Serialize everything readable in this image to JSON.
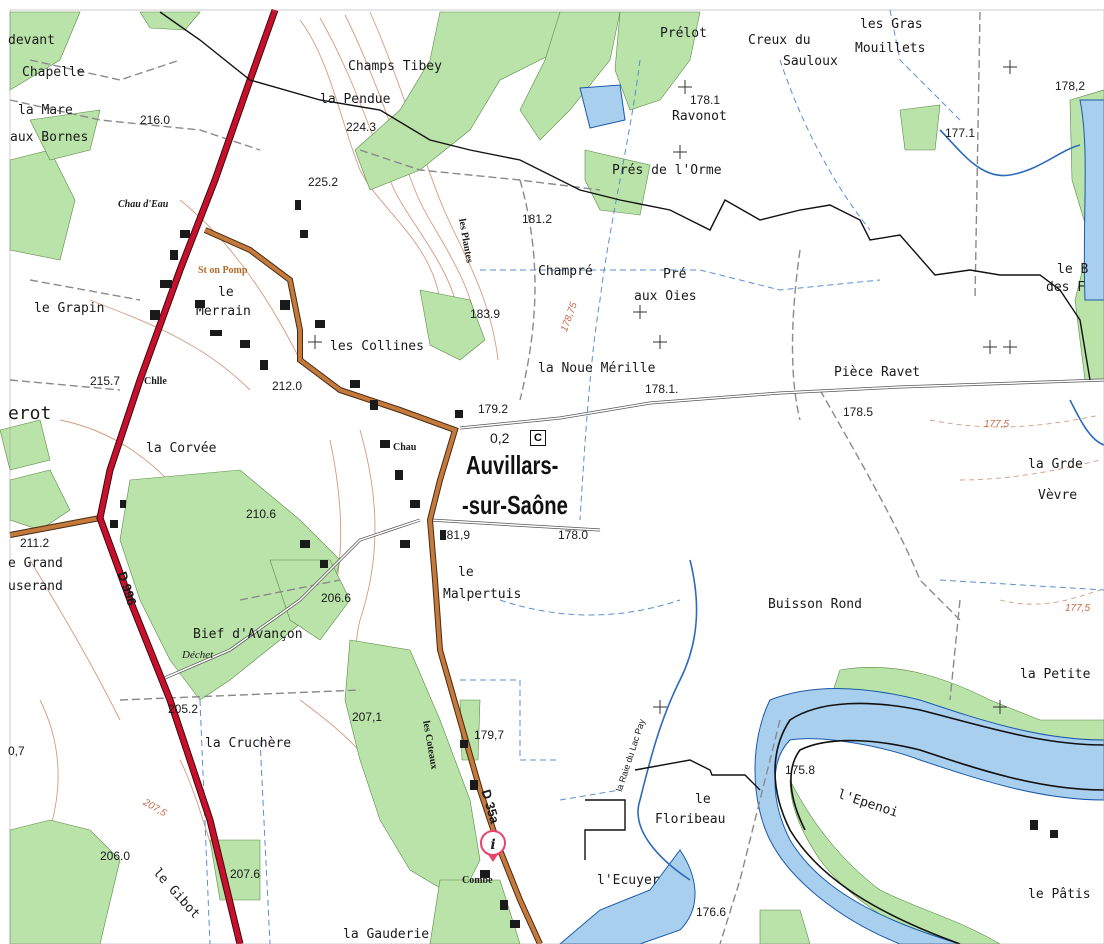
{
  "map": {
    "town": {
      "line1": "Auvillars-",
      "line2": "-sur-Saône"
    },
    "badge": "C",
    "info_icon_glyph": "i",
    "road_labels": {
      "d996": "D 996",
      "d35a": "D 35a"
    },
    "colors": {
      "forest": "#b9e3a8",
      "water": "#a9cfee",
      "river_edge": "#1a5aa8",
      "main_road": "#c8102e",
      "secondary_road": "#c47a3c",
      "contour": "#d59a80",
      "border": "#111111",
      "info_pin": "#e8436b"
    },
    "places": [
      {
        "id": "devant",
        "text": "devant"
      },
      {
        "id": "chapelle",
        "text": "Chapelle"
      },
      {
        "id": "la-mare",
        "text": "la Mare"
      },
      {
        "id": "aux-bornes",
        "text": "aux Bornes"
      },
      {
        "id": "champs-tibey",
        "text": "Champs Tibey"
      },
      {
        "id": "la-pendue",
        "text": "la Pendue"
      },
      {
        "id": "prelot",
        "text": "Prélot"
      },
      {
        "id": "creux-du",
        "text": "Creux du"
      },
      {
        "id": "sauloux",
        "text": "Sauloux"
      },
      {
        "id": "les-gras",
        "text": "les Gras"
      },
      {
        "id": "mouillets",
        "text": "Mouillets"
      },
      {
        "id": "ravonot",
        "text": "Ravonot"
      },
      {
        "id": "pres-de-lorme",
        "text": "Prés de l'Orme"
      },
      {
        "id": "champre",
        "text": "Champré"
      },
      {
        "id": "pre",
        "text": "Pré"
      },
      {
        "id": "aux-oies",
        "text": "aux Oies"
      },
      {
        "id": "le-grapin",
        "text": "le Grapin"
      },
      {
        "id": "le",
        "text": "le"
      },
      {
        "id": "merrain",
        "text": "Merrain"
      },
      {
        "id": "les-collines",
        "text": "les Collines"
      },
      {
        "id": "la-noue-merille",
        "text": "la Noue Mérille"
      },
      {
        "id": "piece-ravet",
        "text": "Pièce Ravet"
      },
      {
        "id": "le-b",
        "text": "le B"
      },
      {
        "id": "des-f",
        "text": "des F"
      },
      {
        "id": "erot",
        "text": "erot"
      },
      {
        "id": "la-corvee",
        "text": "la Corvée"
      },
      {
        "id": "la-grde",
        "text": "la Grde"
      },
      {
        "id": "vevre",
        "text": "Vèvre"
      },
      {
        "id": "e-grand",
        "text": "e Grand"
      },
      {
        "id": "userand",
        "text": "userand"
      },
      {
        "id": "le-malpertuis-1",
        "text": "le"
      },
      {
        "id": "malpertuis",
        "text": "Malpertuis"
      },
      {
        "id": "buisson-rond",
        "text": "Buisson Rond"
      },
      {
        "id": "bief-davancon",
        "text": "Bief d'Avançon"
      },
      {
        "id": "la-petite",
        "text": "la Petite"
      },
      {
        "id": "la-cruchere",
        "text": "la Cruchère"
      },
      {
        "id": "le-floribeau-1",
        "text": "le"
      },
      {
        "id": "floribeau",
        "text": "Floribeau"
      },
      {
        "id": "lepenoi",
        "text": "l'Epenoi"
      },
      {
        "id": "lecuyer",
        "text": "l'Ecuyer"
      },
      {
        "id": "le-gibot",
        "text": "le Gibot"
      },
      {
        "id": "la-gauderie",
        "text": "la Gauderie"
      },
      {
        "id": "le-patis",
        "text": "le Pâtis"
      }
    ],
    "altitudes": [
      {
        "id": "a216",
        "text": "216.0"
      },
      {
        "id": "a224",
        "text": "224.3"
      },
      {
        "id": "a225",
        "text": "225.2"
      },
      {
        "id": "a181-2",
        "text": "181.2"
      },
      {
        "id": "a178-1a",
        "text": "178.1"
      },
      {
        "id": "a178-2",
        "text": "178,2"
      },
      {
        "id": "a177-1",
        "text": "177.1"
      },
      {
        "id": "a183-9",
        "text": "183.9"
      },
      {
        "id": "a215-7",
        "text": "215.7"
      },
      {
        "id": "a212",
        "text": "212.0"
      },
      {
        "id": "a179-2",
        "text": "179.2"
      },
      {
        "id": "a178-1b",
        "text": "178.1."
      },
      {
        "id": "a178-5",
        "text": "178.5"
      },
      {
        "id": "a0-2",
        "text": "0,2"
      },
      {
        "id": "a181-9",
        "text": "181,9"
      },
      {
        "id": "a178-0",
        "text": "178.0"
      },
      {
        "id": "a210-6",
        "text": "210.6"
      },
      {
        "id": "a211-2",
        "text": "211.2"
      },
      {
        "id": "a206-6",
        "text": "206.6"
      },
      {
        "id": "a205-2",
        "text": "205.2"
      },
      {
        "id": "a207-1",
        "text": "207,1"
      },
      {
        "id": "a179-7",
        "text": "179,7"
      },
      {
        "id": "a175-8",
        "text": "175.8"
      },
      {
        "id": "a206-0",
        "text": "206.0"
      },
      {
        "id": "a207-6",
        "text": "207.6"
      },
      {
        "id": "a176-6",
        "text": "176.6"
      },
      {
        "id": "a0-7",
        "text": "0,7"
      }
    ],
    "contour_labels": [
      {
        "id": "c177-5a",
        "text": "177,5"
      },
      {
        "id": "c177-5b",
        "text": "177,5"
      },
      {
        "id": "c178-75",
        "text": "178,75"
      },
      {
        "id": "c207-5",
        "text": "207,5"
      }
    ],
    "small_labels": [
      {
        "id": "chau-deau",
        "text": "Chau d'Eau"
      },
      {
        "id": "st-pomp",
        "text": "St on Pomp"
      },
      {
        "id": "chle",
        "text": "Chlle"
      },
      {
        "id": "chau",
        "text": "Chau"
      },
      {
        "id": "decheterie",
        "text": "Déchet"
      },
      {
        "id": "les-plantes",
        "text": "les Plantes"
      },
      {
        "id": "les-coteaux",
        "text": "les Coteaux"
      },
      {
        "id": "combe",
        "text": "Combe"
      },
      {
        "id": "raie-du-lac",
        "text": "la Raie du Lac Pay"
      }
    ]
  }
}
